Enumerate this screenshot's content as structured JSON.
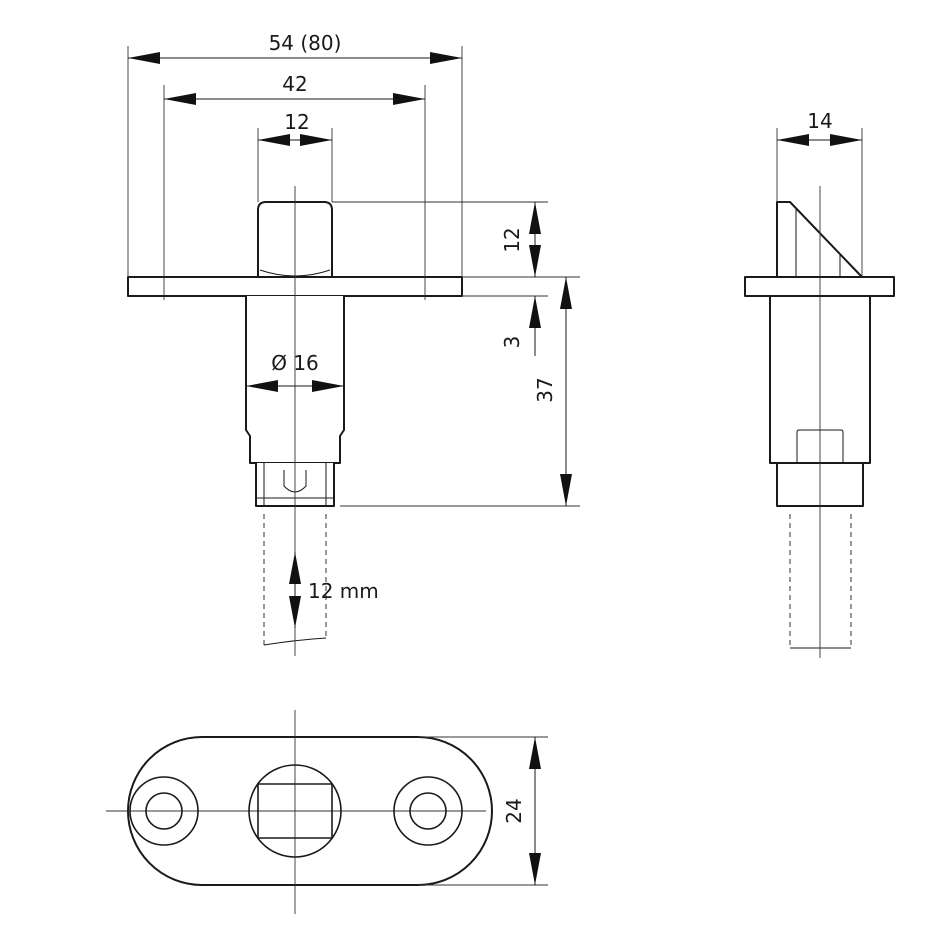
{
  "dimensions": {
    "overall_width": "54 (80)",
    "hole_spacing": "42",
    "plunger_width": "12",
    "plunger_height": "12",
    "flange_thickness": "3",
    "body_length": "37",
    "body_diameter": "Ø 16",
    "travel": "12 mm",
    "side_width": "14",
    "flange_height": "24"
  }
}
